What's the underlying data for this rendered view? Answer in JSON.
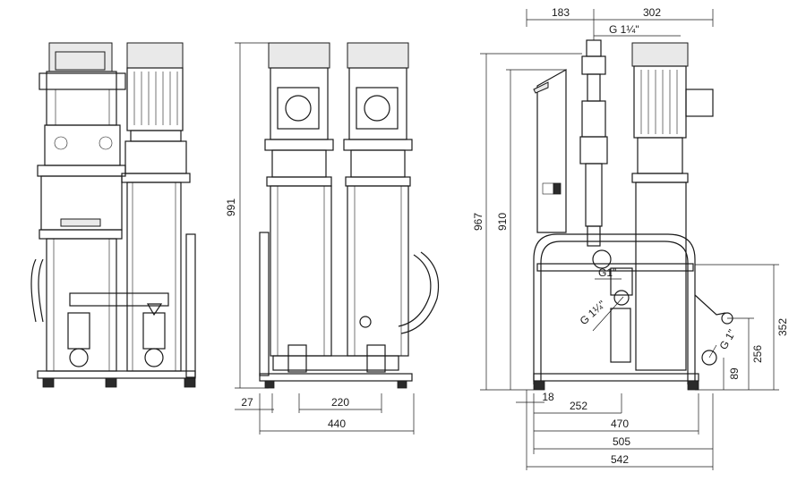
{
  "views": {
    "front": {
      "width_total": "440",
      "width_inner": "220",
      "foot_offset": "27",
      "height": "991"
    },
    "side": {
      "top_left": "183",
      "top_right": "302",
      "inlet_top": "G 1¼\"",
      "height_total": "967",
      "height_frame": "910",
      "conn_mid": "G1\"",
      "conn_angled": "G 1¼\"",
      "conn_low": "G 1\"",
      "h_352": "352",
      "h_256": "256",
      "h_89": "89",
      "w_18": "18",
      "w_252": "252",
      "w_470": "470",
      "w_505": "505",
      "w_542": "542"
    }
  }
}
